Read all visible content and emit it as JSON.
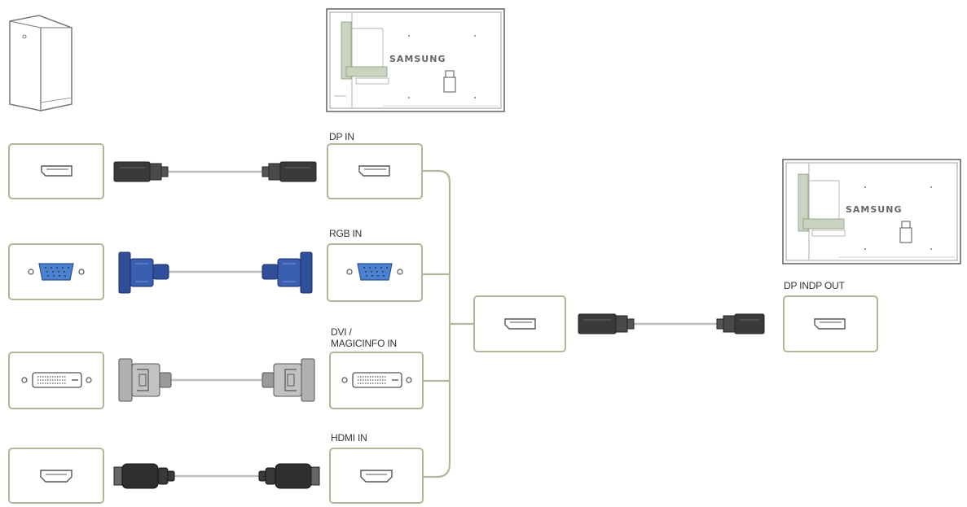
{
  "brand": "SAMSUNG",
  "labels": {
    "dp_in": "DP IN",
    "rgb_in": "RGB IN",
    "dvi_in_line1": "DVI /",
    "dvi_in_line2": "MAGICINFO IN",
    "hdmi_in": "HDMI IN",
    "dp_out": "DP INDP OUT"
  },
  "colors": {
    "frame": "#b5b59c",
    "cable": "#bdbdbd",
    "vga_blue": "#2f4f9a",
    "dvi_gray": "#a9a9a9",
    "connector_dark": "#333333"
  }
}
